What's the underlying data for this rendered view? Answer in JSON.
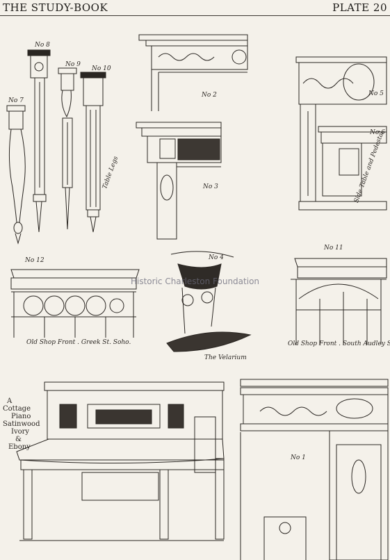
{
  "header": {
    "left": "THE STUDY-BOOK",
    "right": "PLATE 20"
  },
  "watermark": "Historic Charleston Foundation",
  "labels": {
    "no7": "No 7",
    "no8": "No 8",
    "no9": "No 9",
    "no10": "No 10",
    "no2": "No 2",
    "no3": "No 3",
    "no5": "No 5",
    "no6": "No 6",
    "no4": "No 4",
    "no11": "No 11",
    "no12": "No 12",
    "no1": "No 1"
  },
  "notes": {
    "table_legs": "Table Legs",
    "side_table": "Side Table and Pedestal",
    "shop_front_soho": "Old Shop Front . Greek St. Soho.",
    "velarium": "The Velarium",
    "shop_front_audley": "Old Shop Front . South Audley St. W."
  },
  "piano_caption": [
    "A",
    "Cottage",
    "Piano",
    "Satinwood",
    "Ivory",
    "&",
    "Ebony"
  ]
}
